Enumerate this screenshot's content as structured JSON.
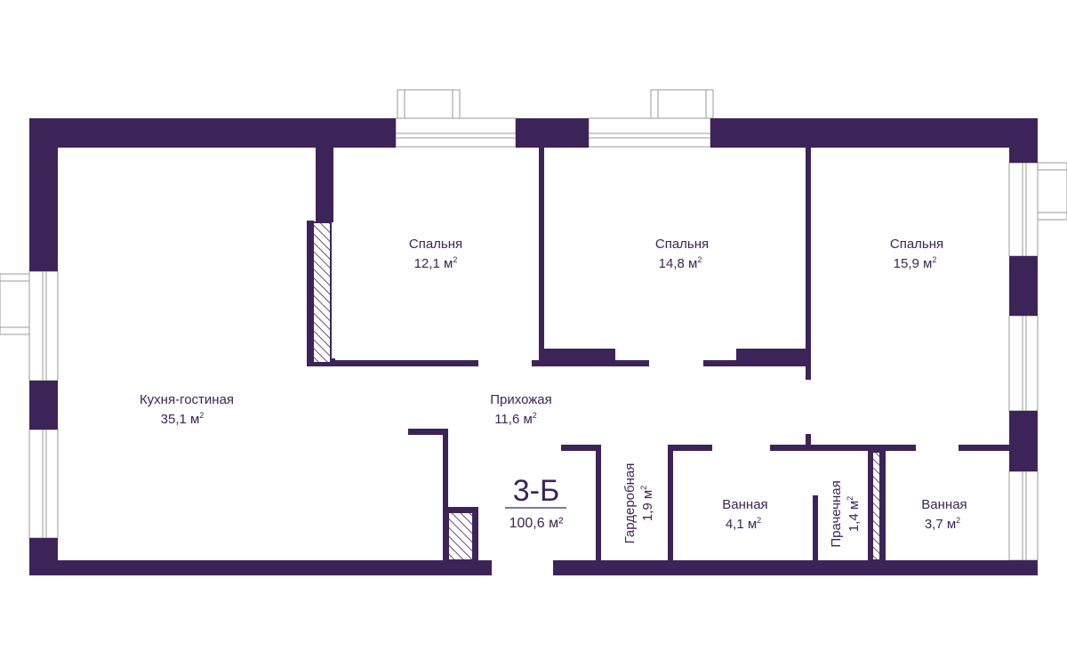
{
  "unit": {
    "code": "3-Б",
    "total_area": "100,6 м²"
  },
  "rooms": {
    "kitchen_living": {
      "name": "Кухня-гостиная",
      "area": "35,1 м",
      "unit_power": "2"
    },
    "bedroom_1": {
      "name": "Спальня",
      "area": "12,1 м",
      "unit_power": "2"
    },
    "bedroom_2": {
      "name": "Спальня",
      "area": "14,8 м",
      "unit_power": "2"
    },
    "bedroom_3": {
      "name": "Спальня",
      "area": "15,9 м",
      "unit_power": "2"
    },
    "hallway": {
      "name": "Прихожая",
      "area": "11,6 м",
      "unit_power": "2"
    },
    "wardrobe": {
      "name": "Гардеробная",
      "area": "1,9 м",
      "unit_power": "2"
    },
    "bathroom_1": {
      "name": "Ванная",
      "area": "4,1 м",
      "unit_power": "2"
    },
    "laundry": {
      "name": "Прачечная",
      "area": "1,4 м",
      "unit_power": "2"
    },
    "bathroom_2": {
      "name": "Ванная",
      "area": "3,7 м",
      "unit_power": "2"
    }
  },
  "colors": {
    "wall": "#3d2458",
    "window_line": "#9a9a9a",
    "background": "#ffffff"
  }
}
